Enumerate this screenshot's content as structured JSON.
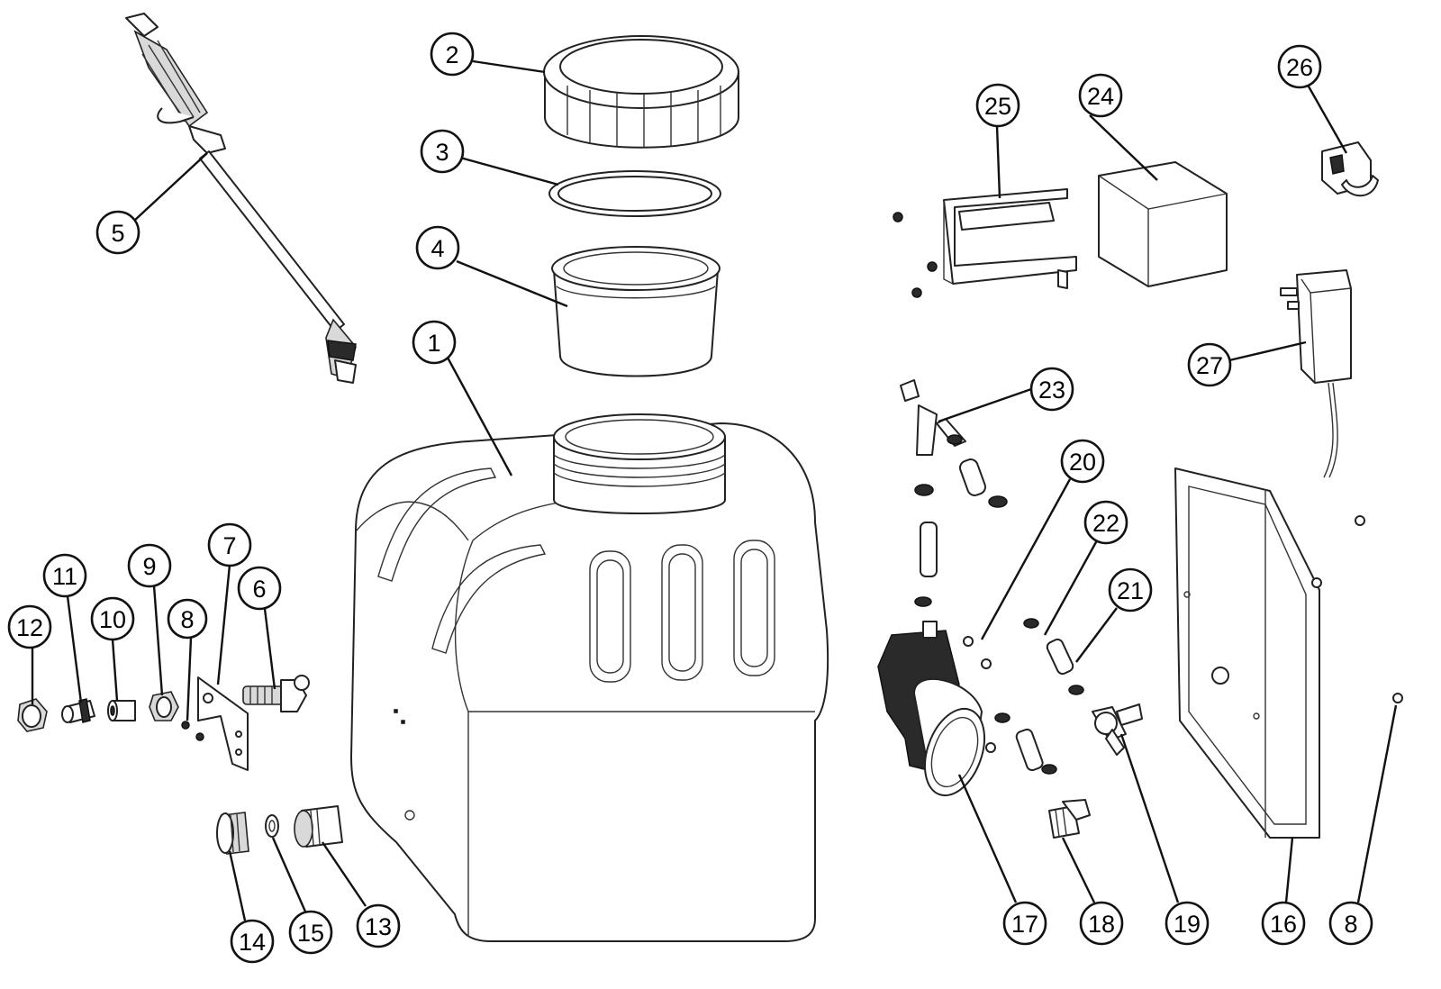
{
  "callouts": {
    "c1": "1",
    "c2": "2",
    "c3": "3",
    "c4": "4",
    "c5": "5",
    "c6": "6",
    "c7": "7",
    "c8a": "8",
    "c8b": "8",
    "c9": "9",
    "c10": "10",
    "c11": "11",
    "c12": "12",
    "c13": "13",
    "c14": "14",
    "c15": "15",
    "c16": "16",
    "c17": "17",
    "c18": "18",
    "c19": "19",
    "c20": "20",
    "c21": "21",
    "c22": "22",
    "c23": "23",
    "c24": "24",
    "c25": "25",
    "c26": "26",
    "c27": "27"
  }
}
